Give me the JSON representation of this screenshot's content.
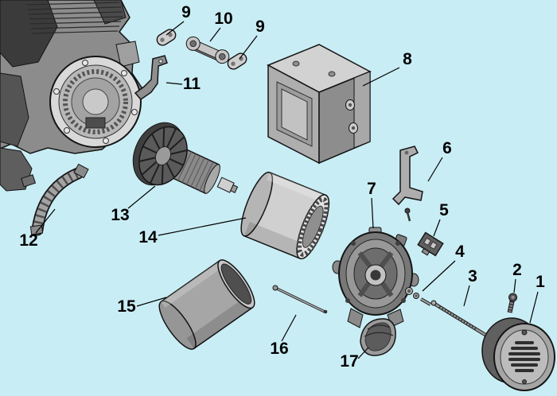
{
  "page": {
    "background_color": "#c9edf4"
  },
  "diagram": {
    "type": "exploded-parts-diagram",
    "callout_color": "#000000",
    "leader_color": "#000000",
    "callouts": [
      {
        "label": "1"
      },
      {
        "label": "2"
      },
      {
        "label": "3"
      },
      {
        "label": "4"
      },
      {
        "label": "5"
      },
      {
        "label": "6"
      },
      {
        "label": "7"
      },
      {
        "label": "8"
      },
      {
        "label": "9"
      },
      {
        "label": "9"
      },
      {
        "label": "10"
      },
      {
        "label": "11"
      },
      {
        "label": "12"
      },
      {
        "label": "13"
      },
      {
        "label": "14"
      },
      {
        "label": "15"
      },
      {
        "label": "16"
      },
      {
        "label": "17"
      }
    ]
  }
}
